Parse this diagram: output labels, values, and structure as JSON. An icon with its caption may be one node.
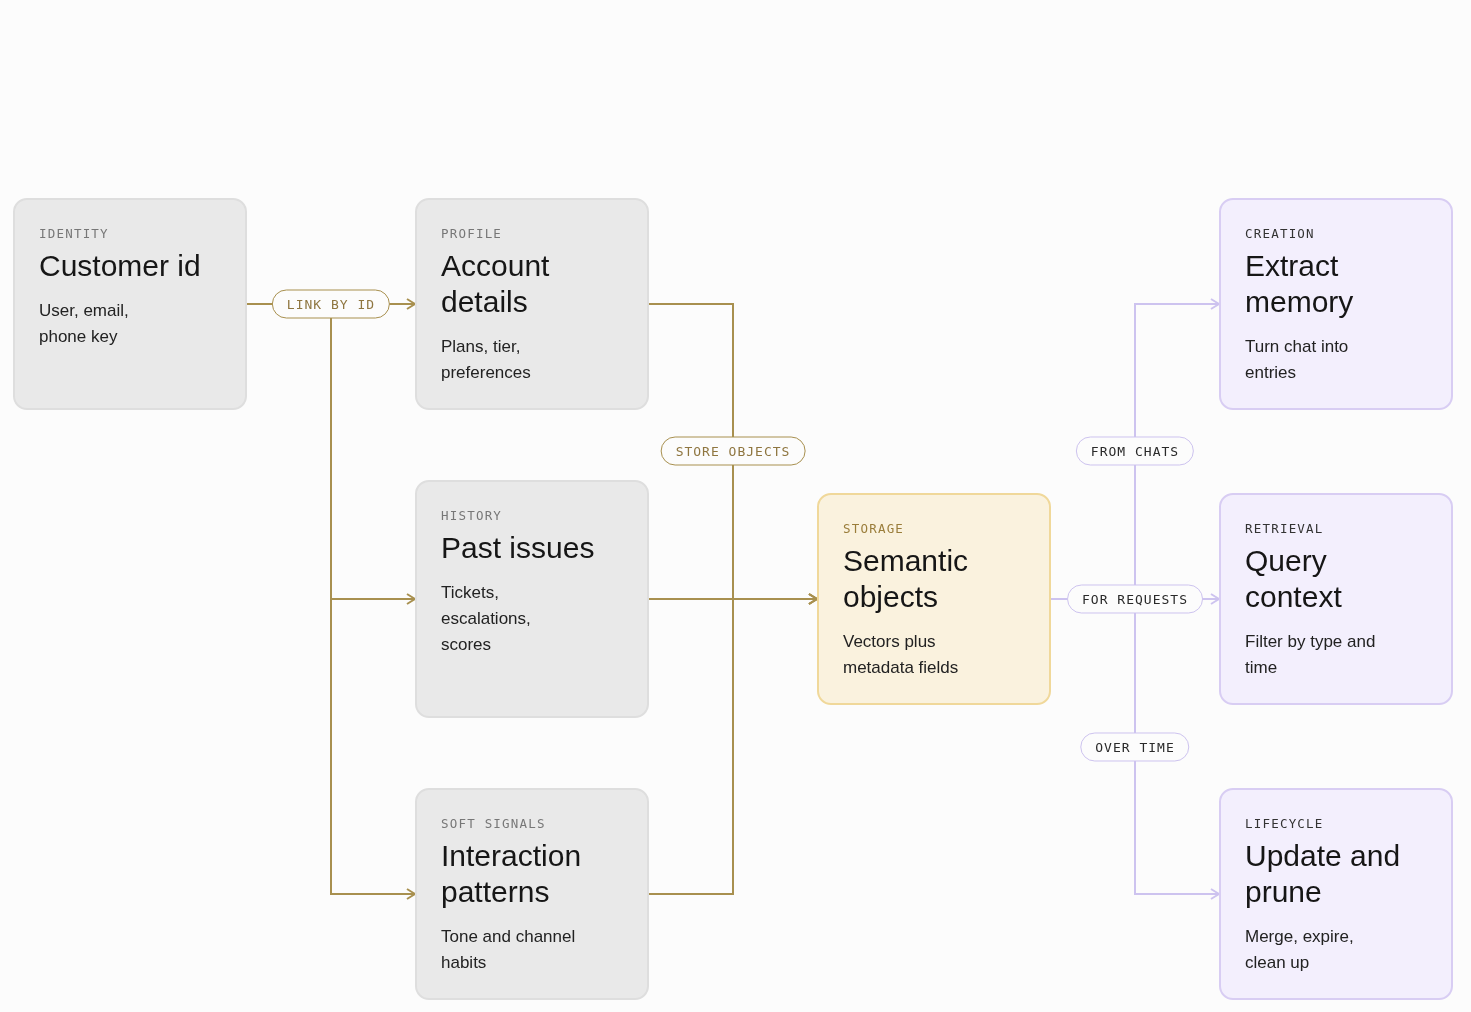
{
  "diagram": {
    "nodes": [
      {
        "text": [
          "IDENTITY",
          "Customer id",
          "User, email, phone key"
        ]
      },
      {
        "text": [
          "PROFILE",
          "Account details",
          "Plans, tier, preferences"
        ]
      },
      {
        "text": [
          "HISTORY",
          "Past issues",
          "Tickets, escalations, scores"
        ]
      },
      {
        "text": [
          "SOFT SIGNALS",
          "Interaction patterns",
          "Tone and channel habits"
        ]
      },
      {
        "text": [
          "STORAGE",
          "Semantic objects",
          "Vectors plus metadata fields"
        ]
      },
      {
        "text": [
          "CREATION",
          "Extract memory",
          "Turn chat into entries"
        ]
      },
      {
        "text": [
          "RETRIEVAL",
          "Query context",
          "Filter by type and time"
        ]
      },
      {
        "text": [
          "LIFECYCLE",
          "Update and prune",
          "Merge, expire, clean up"
        ]
      }
    ],
    "edges": [
      {
        "from": 0,
        "to": 1,
        "arrow": "to",
        "label": "LINK BY ID"
      },
      {
        "from": 0,
        "to": 2,
        "arrow": "to"
      },
      {
        "from": 0,
        "to": 3,
        "arrow": "to"
      },
      {
        "from": 1,
        "to": 4,
        "arrow": "to",
        "label": "STORE OBJECTS"
      },
      {
        "from": 2,
        "to": 4,
        "arrow": "to"
      },
      {
        "from": 3,
        "to": 4,
        "arrow": "to"
      },
      {
        "from": 4,
        "to": 5,
        "arrow": "to",
        "label": "FROM CHATS",
        "color": "#cdc3ef"
      },
      {
        "from": 4,
        "to": 6,
        "arrow": "to",
        "label": "FOR REQUESTS",
        "color": "#cdc3ef"
      },
      {
        "from": 4,
        "to": 7,
        "arrow": "to",
        "label": "OVER TIME",
        "color": "#cdc3ef"
      }
    ]
  }
}
